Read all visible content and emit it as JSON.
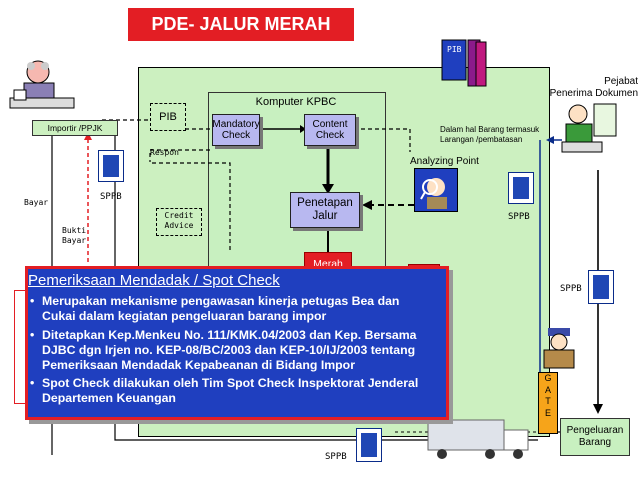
{
  "title": "PDE- JALUR MERAH",
  "labels": {
    "pib_top": "PIB",
    "pejabat": "Pejabat\nPenerima Dokumen",
    "komputer": "Komputer KPBC",
    "pib_box": "PIB",
    "mandatory": "Mandatory\nCheck",
    "content": "Content\nCheck",
    "respon": "Respon",
    "importir": "Importir /PPJK",
    "dalam_hal": "Dalam hal Barang termasuk\nLarangan /pembatasan",
    "analyzing": "Analyzing Point",
    "sppb_left": "SPPB",
    "bayar": "Bayar",
    "credit": "Credit\nAdvice",
    "penetapan": "Penetapan\nJalur",
    "sppb_right": "SPPB",
    "bukti": "Bukti\nBayar",
    "merah": "Merah",
    "sppb_far": "SPPB",
    "gate": "G\nA\nT\nE",
    "pengeluaran": "Pengeluaran\nBarang",
    "sppb_bottom": "SPPB"
  },
  "popup": {
    "heading": "Pemeriksaan Mendadak / Spot Check",
    "bullets": [
      "Merupakan mekanisme pengawasan kinerja petugas Bea dan Cukai dalam kegiatan pengeluaran barang impor",
      "Ditetapkan Kep.Menkeu No. 111/KMK.04/2003 dan Kep. Bersama DJBC dgn Irjen no. KEP-08/BC/2003 dan KEP-10/IJ/2003 tentang Pemeriksaan Mendadak Kepabeanan di Bidang Impor",
      "Spot Check dilakukan oleh Tim Spot Check Inspektorat Jenderal Departemen Keuangan"
    ]
  },
  "colors": {
    "title_bg": "#e31e24",
    "popup_bg": "#1f3fbf",
    "popup_border": "#e31e24",
    "area_green": "#ccf0c0",
    "button_blue": "#b8b8f0",
    "gate_orange": "#f6a41a"
  },
  "icons": [
    "person-desk-icon",
    "person-phone-icon",
    "inspector-magnifier-icon",
    "officer-icon",
    "truck-icon",
    "document-icon"
  ]
}
